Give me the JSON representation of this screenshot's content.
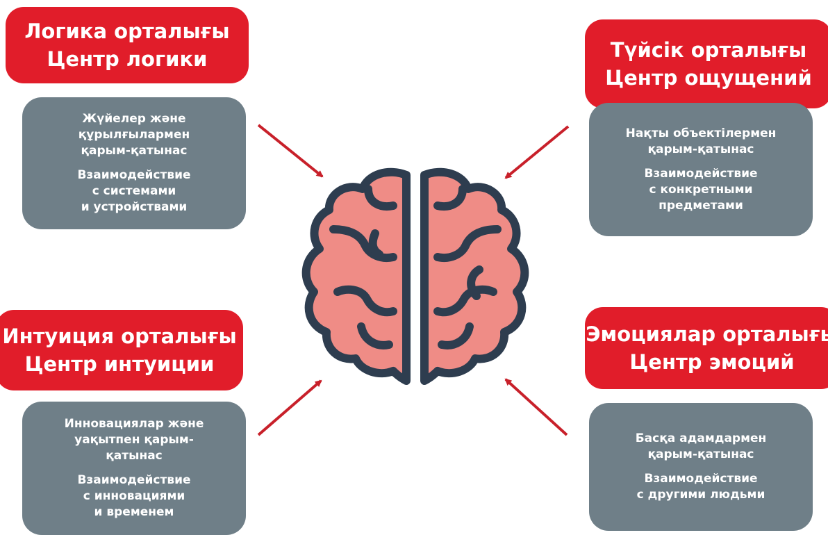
{
  "colors": {
    "title_bg": "#e11d2a",
    "desc_bg": "#6f7f88",
    "arrow": "#c8202a",
    "brain_fill": "#ef8c86",
    "brain_outline": "#2e3d4f"
  },
  "brain": {
    "icon": "brain-icon"
  },
  "centers": {
    "logic": {
      "title_kz": "Логика орталығы",
      "title_ru": "Центр логики",
      "desc_kz": "Жүйелер және\nқұрылғылармен\nқарым-қатынас",
      "desc_ru": "Взаимодействие\nс системами\nи устройствами"
    },
    "sensing": {
      "title_kz": "Түйсік орталығы",
      "title_ru": "Центр ощущений",
      "desc_kz": "Нақты объектілермен\nқарым-қатынас",
      "desc_ru": "Взаимодействие\nс конкретными\nпредметами"
    },
    "intuition": {
      "title_kz": "Интуиция орталығы",
      "title_ru": "Центр интуиции",
      "desc_kz": "Инновациялар және\nуақытпен қарым-\nқатынас",
      "desc_ru": "Взаимодействие\nс инновациями\nи временем"
    },
    "emotion": {
      "title_kz": "Эмоциялар орталығы",
      "title_ru": "Центр эмоций",
      "desc_kz": "Басқа адамдармен\nқарым-қатынас",
      "desc_ru": "Взаимодействие\nс другими людьми"
    }
  }
}
